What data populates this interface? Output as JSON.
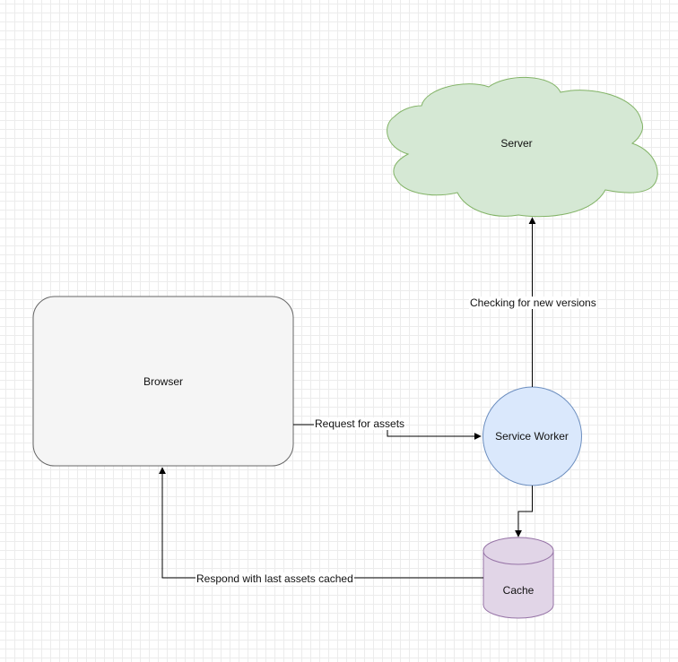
{
  "diagram": {
    "nodes": {
      "browser": {
        "label": "Browser",
        "shape": "rounded-rectangle",
        "fill": "#f5f5f5",
        "stroke": "#666666"
      },
      "server": {
        "label": "Server",
        "shape": "cloud",
        "fill": "#d5e8d4",
        "stroke": "#82b366"
      },
      "service_worker": {
        "label": "Service Worker",
        "shape": "circle",
        "fill": "#dae8fc",
        "stroke": "#6c8ebf"
      },
      "cache": {
        "label": "Cache",
        "shape": "cylinder",
        "fill": "#e1d5e7",
        "stroke": "#9673a6"
      }
    },
    "edges": {
      "request": {
        "label": "Request for assets",
        "from": "Browser",
        "to": "Service Worker"
      },
      "checking": {
        "label": "Checking for new versions",
        "from": "Service Worker",
        "to": "Server"
      },
      "sw_to_cache": {
        "label": "",
        "from": "Service Worker",
        "to": "Cache"
      },
      "respond": {
        "label": "Respond with last assets cached",
        "from": "Cache",
        "to": "Browser"
      }
    },
    "grid": true
  }
}
